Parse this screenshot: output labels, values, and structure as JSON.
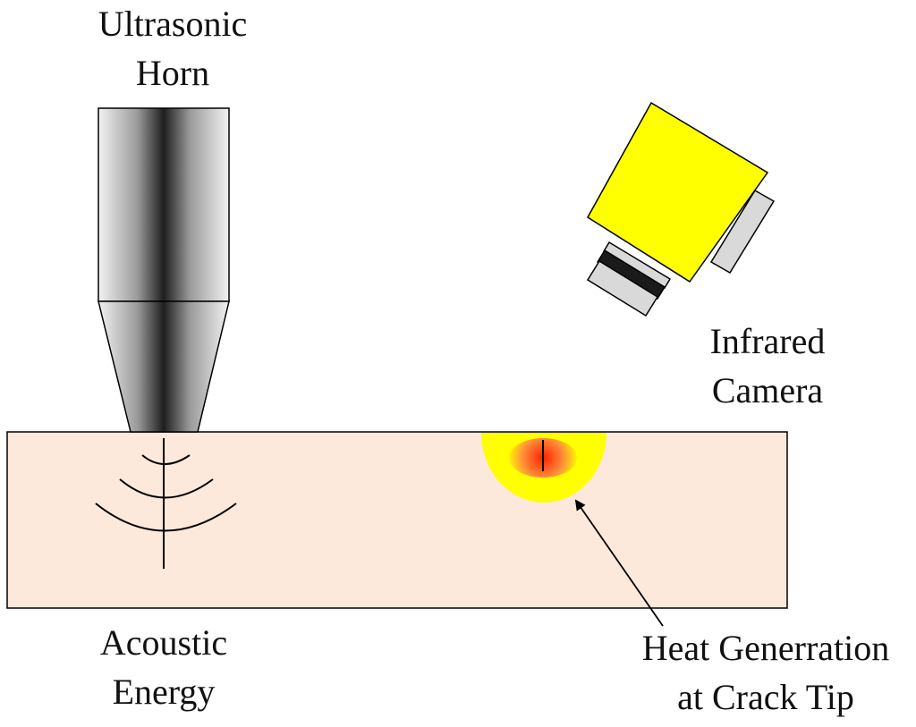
{
  "labels": {
    "horn_line1": "Ultrasonic",
    "horn_line2": "Horn",
    "camera_line1": "Infrared",
    "camera_line2": "Camera",
    "acoustic_line1": "Acoustic",
    "acoustic_line2": "Energy",
    "heat_line1": "Heat Generration",
    "heat_line2": "at Crack Tip"
  },
  "colors": {
    "specimen_fill": "#fde9dc",
    "camera_body": "#ffff00",
    "camera_gray": "#d9d9d9",
    "camera_lens": "#1a1a1a",
    "heat_outer": "#ffff00",
    "heat_core": "#ff2000",
    "stroke": "#000000"
  }
}
